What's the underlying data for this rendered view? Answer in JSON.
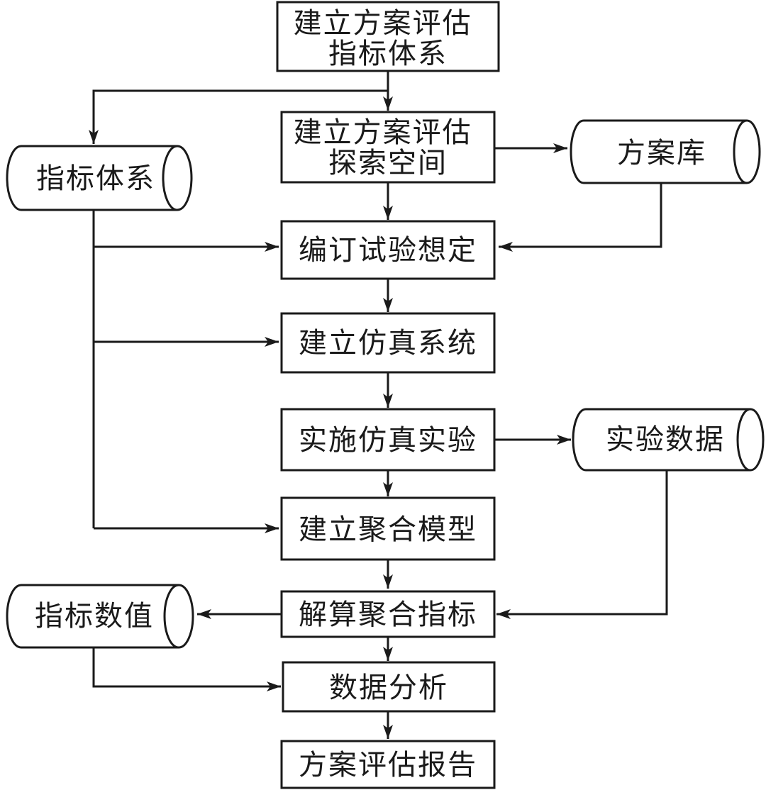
{
  "process": {
    "indicator_system": [
      "建立方案评估",
      "指标体系"
    ],
    "explore_space": [
      "建立方案评估",
      "探索空间"
    ],
    "scenario": [
      "编订试验想定"
    ],
    "sim_system": [
      "建立仿真系统"
    ],
    "sim_experiment": [
      "实施仿真实验"
    ],
    "aggregate_model": [
      "建立聚合模型"
    ],
    "solve_indicators": [
      "解算聚合指标"
    ],
    "data_analysis": [
      "数据分析"
    ],
    "report": [
      "方案评估报告"
    ]
  },
  "stores": {
    "indicator_system_db": "指标体系",
    "scheme_library_db": "方案库",
    "experiment_data_db": "实验数据",
    "indicator_values_db": "指标数值"
  }
}
